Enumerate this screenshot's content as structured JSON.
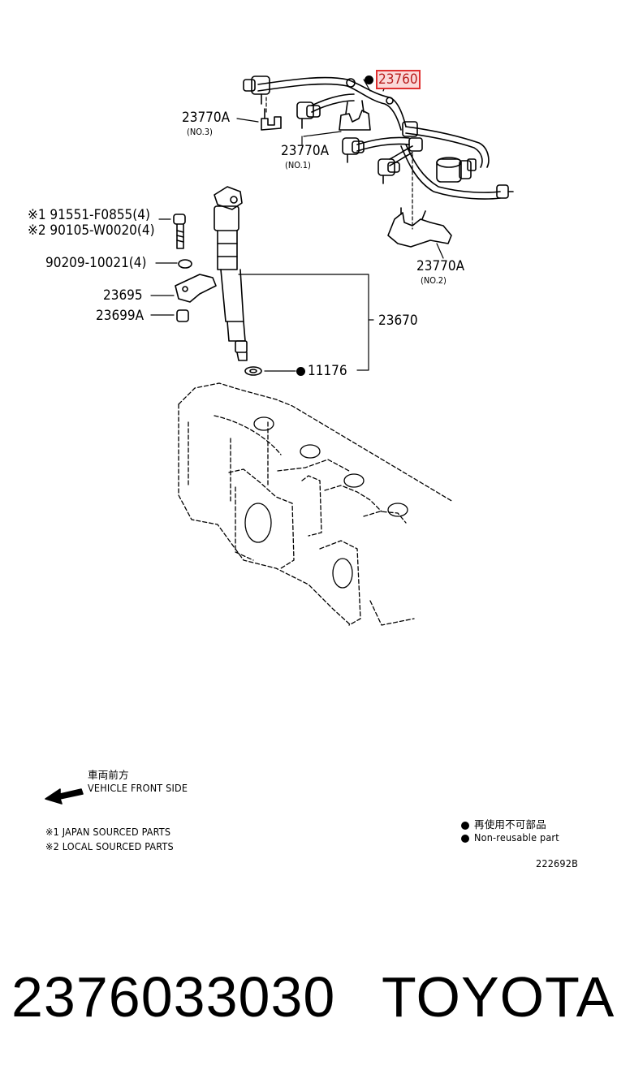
{
  "callouts": {
    "part_23760": "23760",
    "part_23770a_no3": "23770A",
    "sub_no3": "(NO.3)",
    "part_23770a_no1": "23770A",
    "sub_no1": "(NO.1)",
    "part_23770a_no2": "23770A",
    "sub_no2": "(NO.2)",
    "bolt_jp": "※1 91551-F0855(4)",
    "bolt_local": "※2 90105-W0020(4)",
    "washer": "90209-10021(4)",
    "clamp": "23695",
    "clamp_collar": "23699A",
    "injector": "23670",
    "gasket": "11176"
  },
  "legend": {
    "direction_jp": "車両前方",
    "direction_en": "VEHICLE FRONT SIDE",
    "note1": "※1 JAPAN SOURCED PARTS",
    "note2": "※2 LOCAL SOURCED PARTS",
    "nonreusable_jp": "再使用不可部品",
    "nonreusable_en": "Non-reusable part",
    "diagram_code": "222692B"
  },
  "footer": {
    "part_number": "2376033030",
    "brand": "TOYOTA"
  },
  "colors": {
    "highlight_border": "#e03030",
    "highlight_fill": "#fbd9d9",
    "line": "#000000"
  }
}
